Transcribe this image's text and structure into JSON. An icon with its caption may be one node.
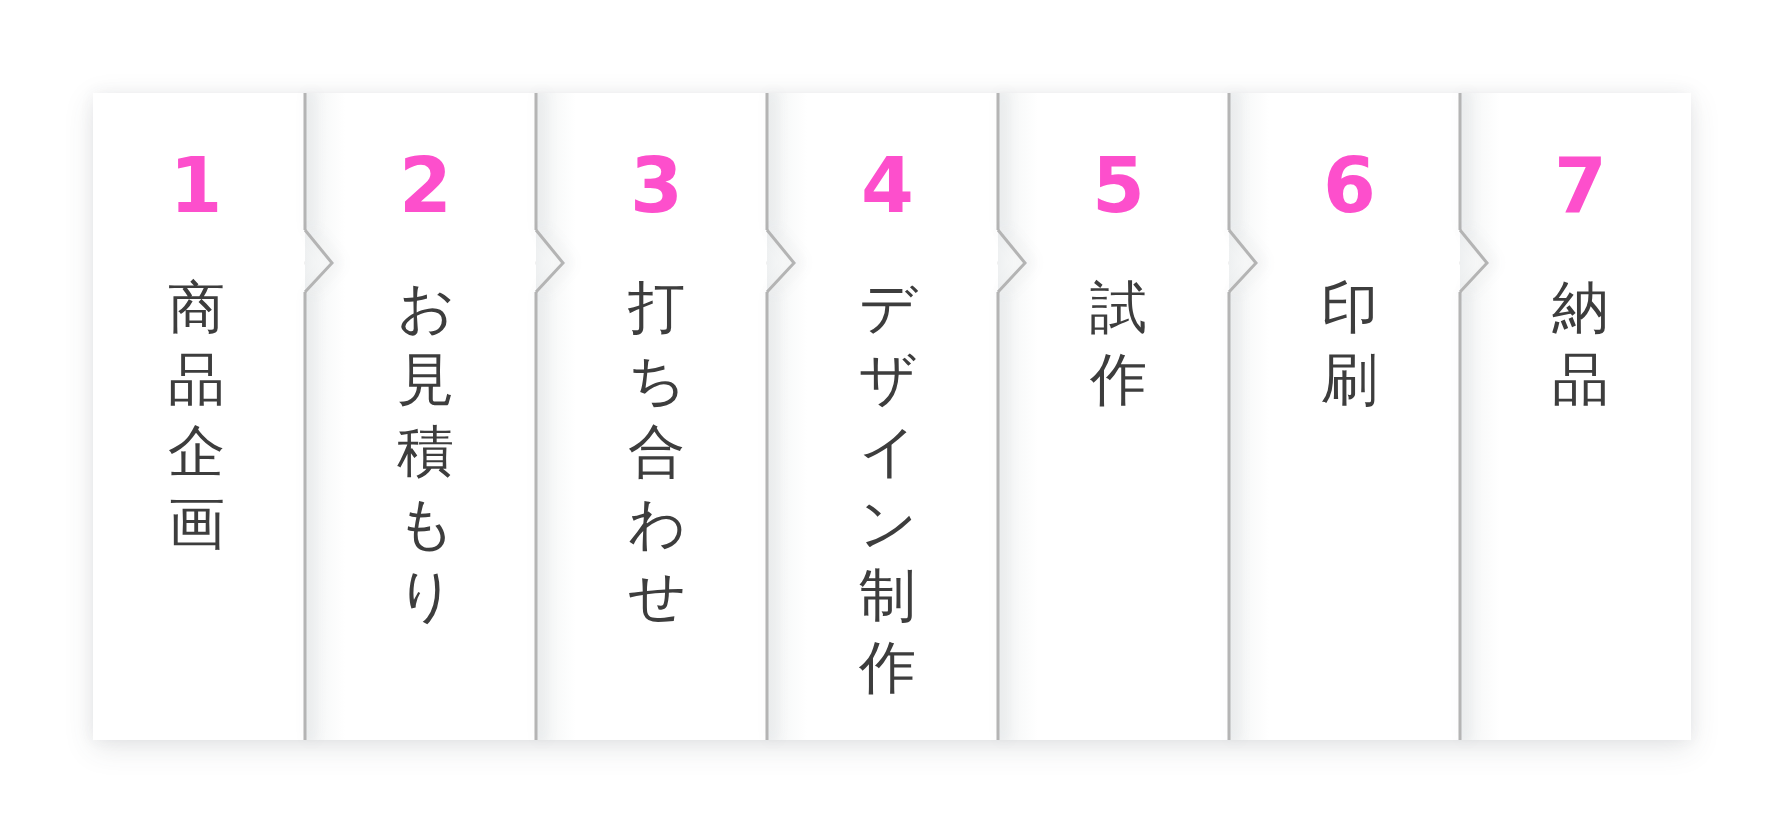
{
  "diagram": {
    "nodes": [
      {
        "text": [
          "1",
          "商品企画"
        ]
      },
      {
        "text": [
          "2",
          "お見積もり"
        ]
      },
      {
        "text": [
          "3",
          "打ち合わせ"
        ]
      },
      {
        "text": [
          "4",
          "デザイン制作"
        ]
      },
      {
        "text": [
          "5",
          "試作"
        ]
      },
      {
        "text": [
          "6",
          "印刷"
        ]
      },
      {
        "text": [
          "7",
          "納品"
        ]
      }
    ],
    "edges": [
      {
        "from": 0,
        "to": 1,
        "arrow": "to"
      },
      {
        "from": 1,
        "to": 2,
        "arrow": "to"
      },
      {
        "from": 2,
        "to": 3,
        "arrow": "to"
      },
      {
        "from": 3,
        "to": 4,
        "arrow": "to"
      },
      {
        "from": 4,
        "to": 5,
        "arrow": "to"
      },
      {
        "from": 5,
        "to": 6,
        "arrow": "to"
      }
    ]
  }
}
